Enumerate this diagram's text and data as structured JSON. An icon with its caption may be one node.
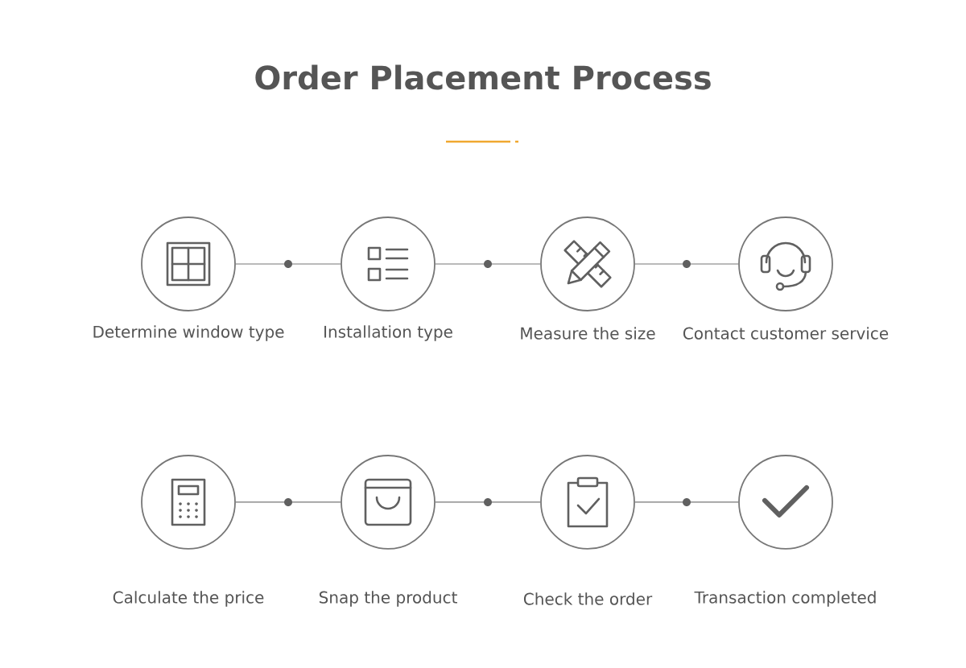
{
  "diagram": {
    "title": "Order Placement Process",
    "nodes": [
      {
        "text": [
          "Determine window type"
        ]
      },
      {
        "text": [
          "Installation type"
        ]
      },
      {
        "text": [
          "Measure the size"
        ]
      },
      {
        "text": [
          "Contact customer service"
        ]
      },
      {
        "text": [
          "Calculate the price"
        ]
      },
      {
        "text": [
          "Snap the product"
        ]
      },
      {
        "text": [
          "Check the order"
        ]
      },
      {
        "text": [
          "Transaction completed"
        ]
      }
    ],
    "edges": [
      {
        "from": 0,
        "to": 1,
        "arrow": "none"
      },
      {
        "from": 1,
        "to": 2,
        "arrow": "none"
      },
      {
        "from": 2,
        "to": 3,
        "arrow": "none"
      },
      {
        "from": 4,
        "to": 5,
        "arrow": "none"
      },
      {
        "from": 5,
        "to": 6,
        "arrow": "none"
      },
      {
        "from": 6,
        "to": 7,
        "arrow": "none"
      }
    ]
  }
}
